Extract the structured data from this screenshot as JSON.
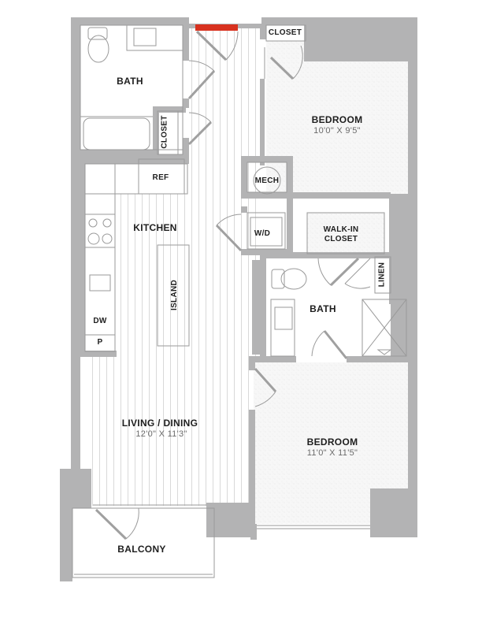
{
  "plan": {
    "colors": {
      "wall": "#b3b3b4",
      "floor_lines": "#d6d6d6",
      "fixture_stroke": "#9a9a9a",
      "carpet": "#f4f4f4",
      "entry_marker": "#d8321f",
      "text": "#1e1e1e",
      "dimension_text": "#6a6a6a"
    },
    "rooms": {
      "bath1": {
        "label": "BATH"
      },
      "closet_hall": {
        "label": "CLOSET"
      },
      "closet_bed1": {
        "label": "CLOSET"
      },
      "bedroom1": {
        "label": "BEDROOM",
        "dimensions": "10'0\" X 9'5\""
      },
      "mech": {
        "label": "MECH"
      },
      "ref": {
        "label": "REF"
      },
      "kitchen": {
        "label": "KITCHEN"
      },
      "island": {
        "label": "ISLAND"
      },
      "wd": {
        "label": "W/D"
      },
      "walkin": {
        "label_line1": "WALK-IN",
        "label_line2": "CLOSET"
      },
      "linen": {
        "label": "LINEN"
      },
      "bath2": {
        "label": "BATH"
      },
      "dw": {
        "label": "DW"
      },
      "pantry": {
        "label": "P"
      },
      "living": {
        "label": "LIVING / DINING",
        "dimensions": "12'0\" X 11'3\""
      },
      "bedroom2": {
        "label": "BEDROOM",
        "dimensions": "11'0\" X 11'5\""
      },
      "balcony": {
        "label": "BALCONY"
      }
    }
  }
}
